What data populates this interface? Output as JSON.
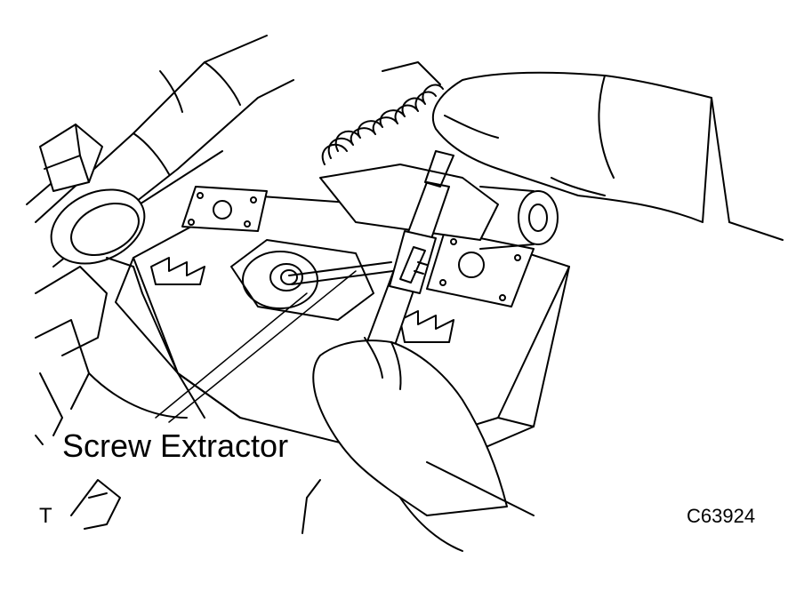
{
  "labels": {
    "part_callout": "Screw Extractor",
    "corner_mark": "T",
    "figure_code": "C63924"
  },
  "colors": {
    "line": "#000000",
    "background": "#ffffff"
  }
}
